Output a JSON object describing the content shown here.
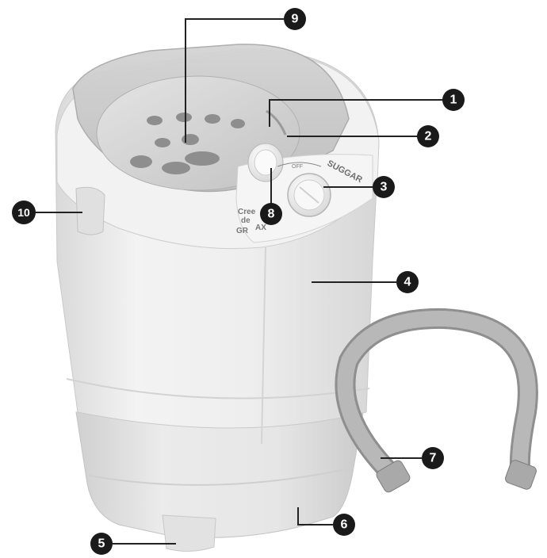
{
  "brand_text": "SUGGAR",
  "panel_text": [
    "Cree",
    "de",
    "GR",
    "AX"
  ],
  "dial_text": "OFF",
  "colors": {
    "badge": "#1a1a1a",
    "leader": "#222222",
    "body": "#eeeeee",
    "shadow": "#cfcfcf",
    "hose": "#a7a7a7"
  },
  "callouts": [
    {
      "id": "1",
      "label": "1",
      "part": "lid-hinge"
    },
    {
      "id": "2",
      "label": "2",
      "part": "lid"
    },
    {
      "id": "3",
      "label": "3",
      "part": "timer-knob"
    },
    {
      "id": "4",
      "label": "4",
      "part": "cabinet"
    },
    {
      "id": "5",
      "label": "5",
      "part": "drain-outlet"
    },
    {
      "id": "6",
      "label": "6",
      "part": "base"
    },
    {
      "id": "7",
      "label": "7",
      "part": "drain-hose"
    },
    {
      "id": "8",
      "label": "8",
      "part": "selector"
    },
    {
      "id": "9",
      "label": "9",
      "part": "wash-basket"
    },
    {
      "id": "10",
      "label": "10",
      "part": "handle"
    }
  ]
}
